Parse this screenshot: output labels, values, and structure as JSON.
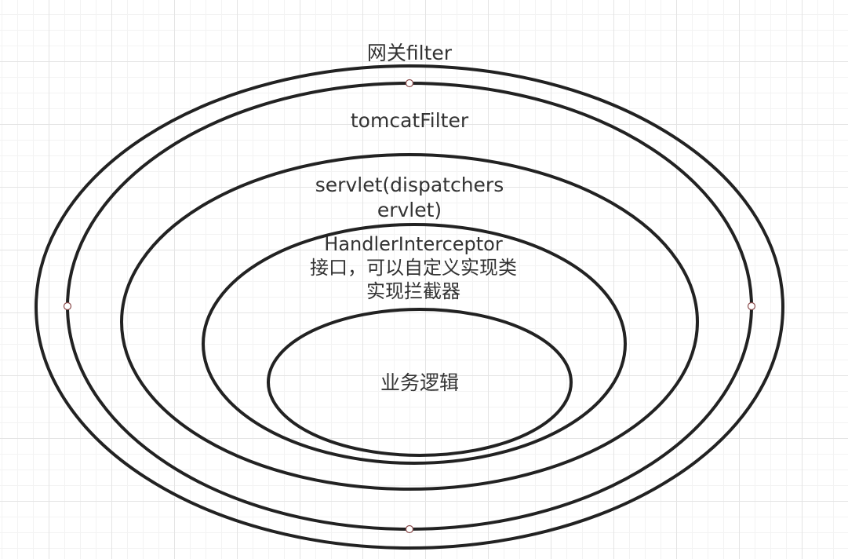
{
  "diagram": {
    "layers": [
      {
        "id": "gateway",
        "label": "网关filter"
      },
      {
        "id": "tomcat",
        "label": "tomcatFilter"
      },
      {
        "id": "servlet",
        "label": "servlet(dispatchers\nervlet)"
      },
      {
        "id": "interceptor",
        "label": "HandlerInterceptor\n接口，可以自定义实现类\n实现拦截器"
      },
      {
        "id": "business",
        "label": "业务逻辑"
      }
    ],
    "colors": {
      "stroke": "#222222",
      "text": "#333333",
      "handle_stroke": "#8a4b4b",
      "grid": "#e4e4e4"
    }
  }
}
